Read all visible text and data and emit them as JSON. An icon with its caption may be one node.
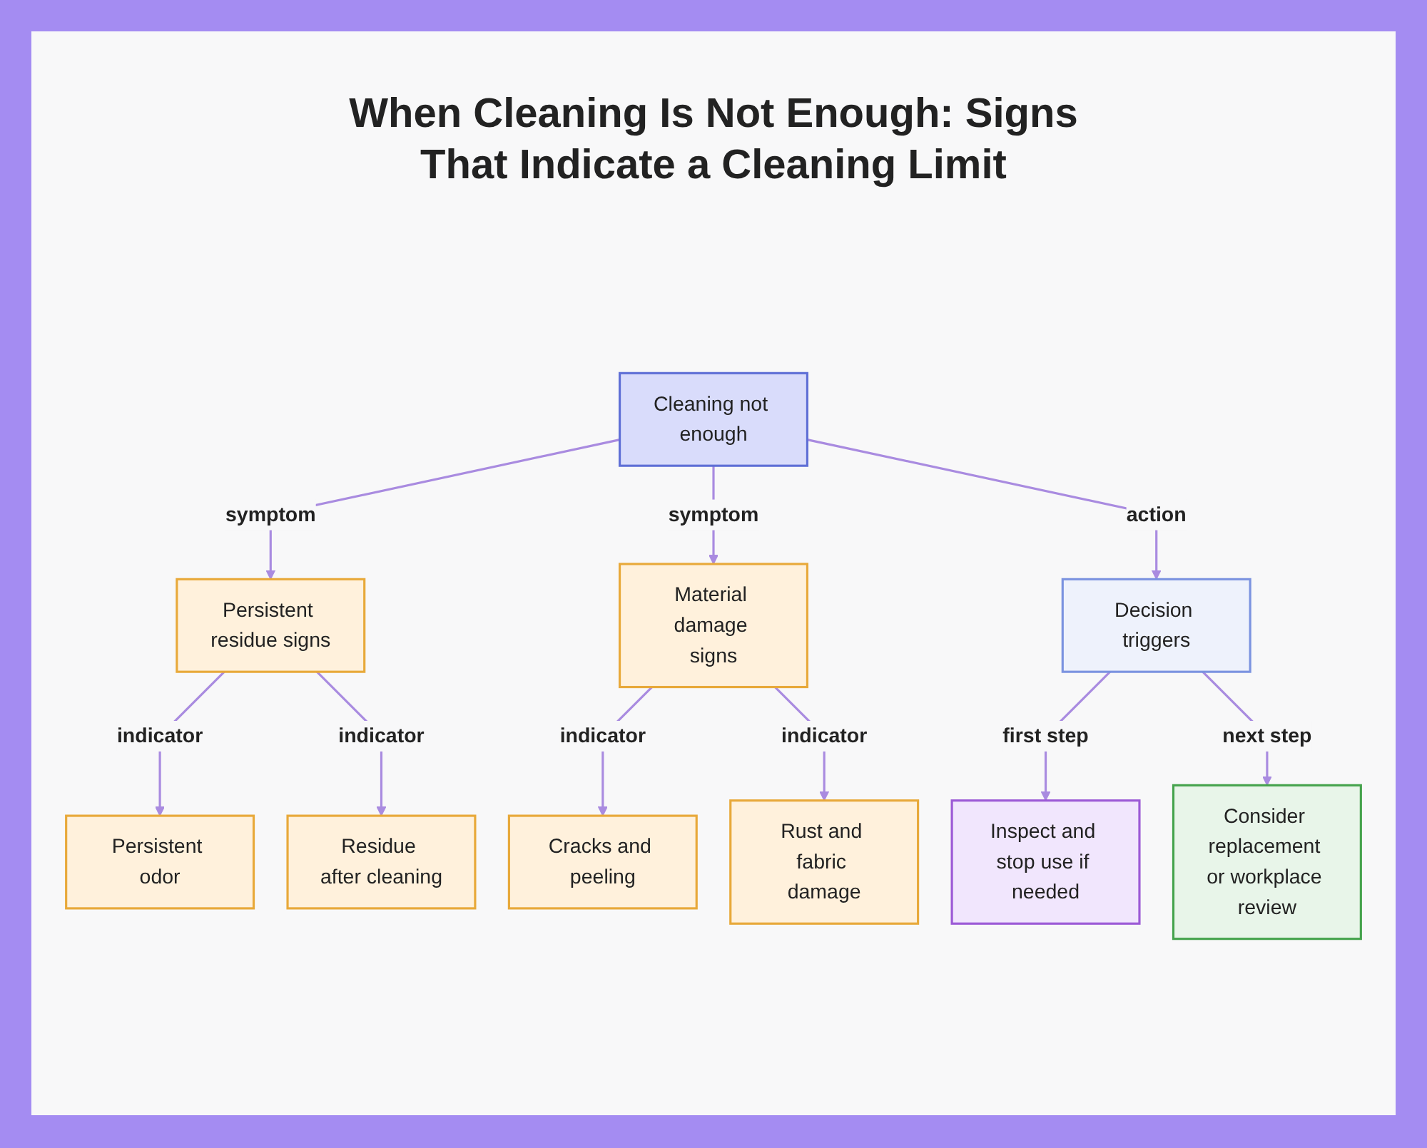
{
  "diagram": {
    "title": "When Cleaning Is Not Enough: Signs That Indicate a Cleaning Limit",
    "nodes": [
      {
        "text": [
          "Cleaning not enough"
        ]
      },
      {
        "text": [
          "Persistent residue signs"
        ]
      },
      {
        "text": [
          "Material damage signs"
        ]
      },
      {
        "text": [
          "Decision triggers"
        ]
      },
      {
        "text": [
          "Persistent odor"
        ]
      },
      {
        "text": [
          "Residue after cleaning"
        ]
      },
      {
        "text": [
          "Cracks and peeling"
        ]
      },
      {
        "text": [
          "Rust and fabric damage"
        ]
      },
      {
        "text": [
          "Inspect and stop use if needed"
        ]
      },
      {
        "text": [
          "Consider replacement or workplace review"
        ]
      }
    ],
    "edges": [
      {
        "from": 0,
        "to": 1,
        "arrow": "to",
        "label": "symptom"
      },
      {
        "from": 0,
        "to": 2,
        "arrow": "to",
        "label": "symptom"
      },
      {
        "from": 0,
        "to": 3,
        "arrow": "to",
        "label": "action"
      },
      {
        "from": 1,
        "to": 4,
        "arrow": "to",
        "label": "indicator"
      },
      {
        "from": 1,
        "to": 5,
        "arrow": "to",
        "label": "indicator"
      },
      {
        "from": 2,
        "to": 6,
        "arrow": "to",
        "label": "indicator"
      },
      {
        "from": 2,
        "to": 7,
        "arrow": "to",
        "label": "indicator"
      },
      {
        "from": 3,
        "to": 8,
        "arrow": "to",
        "label": "first step"
      },
      {
        "from": 3,
        "to": 9,
        "arrow": "to",
        "label": "next step"
      }
    ]
  }
}
